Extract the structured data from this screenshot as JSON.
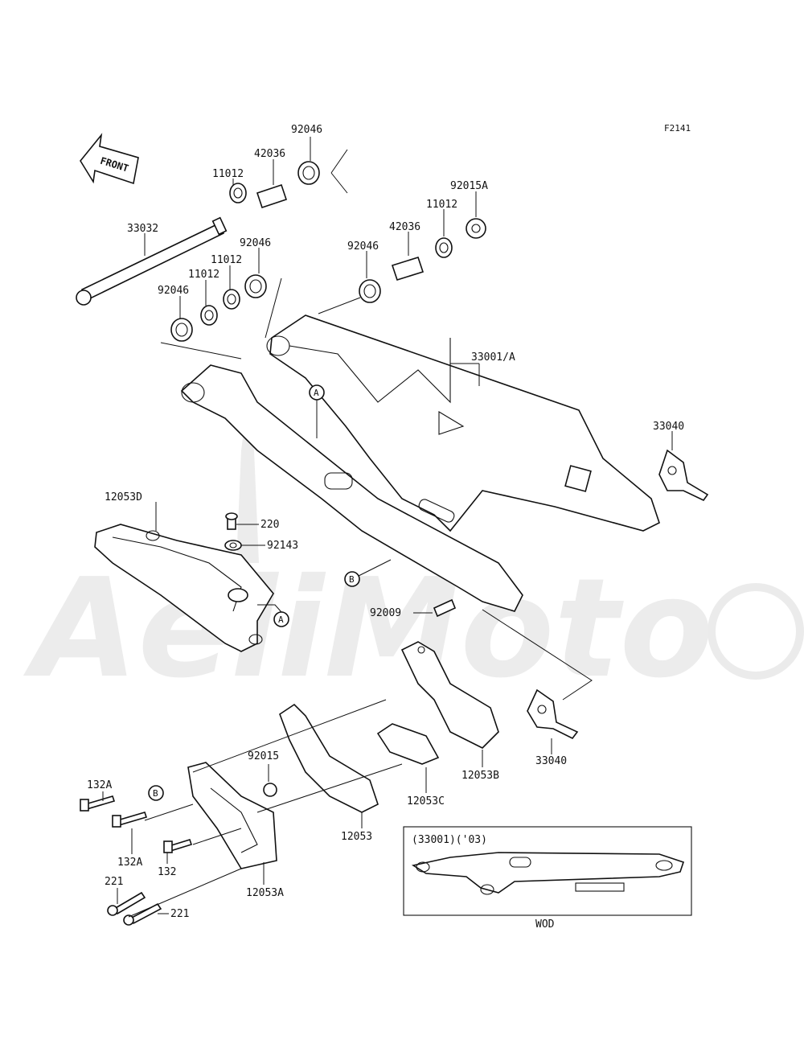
{
  "figure_code": "F2141",
  "front_arrow": "FRONT",
  "watermark": "AeliMoto",
  "callouts": {
    "p33032": "33032",
    "p11012_a": "11012",
    "p42036_a": "42036",
    "p92046_a": "92046",
    "p92046_b": "92046",
    "p11012_b": "11012",
    "p11012_c": "11012",
    "p92046_c": "92046",
    "p92046_d": "92046",
    "p42036_b": "42036",
    "p11012_d": "11012",
    "p92015A": "92015A",
    "p33001A": "33001/A",
    "p33040_a": "33040",
    "p12053D": "12053D",
    "p220": "220",
    "p92143": "92143",
    "p92009": "92009",
    "p33040_b": "33040",
    "p12053B": "12053B",
    "p12053C": "12053C",
    "p12053": "12053",
    "p92015": "92015",
    "p132A_a": "132A",
    "p132A_b": "132A",
    "p132": "132",
    "p221_a": "221",
    "p221_b": "221",
    "p12053A": "12053A"
  },
  "refs": {
    "a1": "A",
    "a2": "A",
    "b1": "B",
    "b2": "B"
  },
  "inset": {
    "caption": "(33001)('03)",
    "footer": "WOD"
  }
}
